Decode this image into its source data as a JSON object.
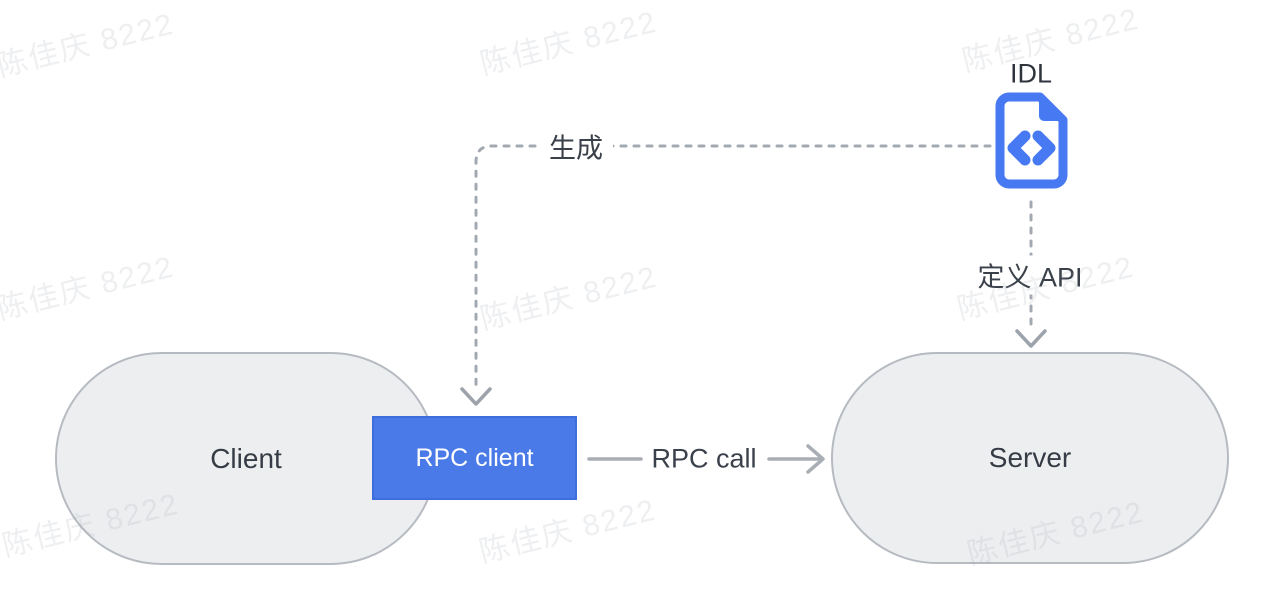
{
  "watermark": {
    "text": "陈佳庆 8222"
  },
  "nodes": {
    "client": {
      "label": "Client",
      "shape": "stadium",
      "fill": "#EDEEF0",
      "border": "#B6BBC1"
    },
    "server": {
      "label": "Server",
      "shape": "stadium",
      "fill": "#EDEEF0",
      "border": "#B6BBC1"
    },
    "rpc_client": {
      "label": "RPC client",
      "shape": "rectangle",
      "fill": "#4A7AE8",
      "border": "#3E6EDC",
      "text_color": "#FFFFFF"
    },
    "idl": {
      "label": "IDL",
      "icon": "code-file-icon",
      "icon_color": "#4679F2"
    }
  },
  "edges": {
    "generate": {
      "label": "生成",
      "from": "idl",
      "to": "rpc_client",
      "style": "dashed"
    },
    "define_api": {
      "label": "定义 API",
      "from": "idl",
      "to": "server",
      "style": "dashed"
    },
    "rpc_call": {
      "label": "RPC call",
      "from": "rpc_client",
      "to": "server",
      "style": "solid"
    }
  },
  "colors": {
    "background": "#FFFFFF",
    "connector_gray": "#A3A9B0",
    "arrowhead_gray": "#9CA3AB",
    "label_text": "#3A414A",
    "watermark": "#ECEDEF"
  }
}
